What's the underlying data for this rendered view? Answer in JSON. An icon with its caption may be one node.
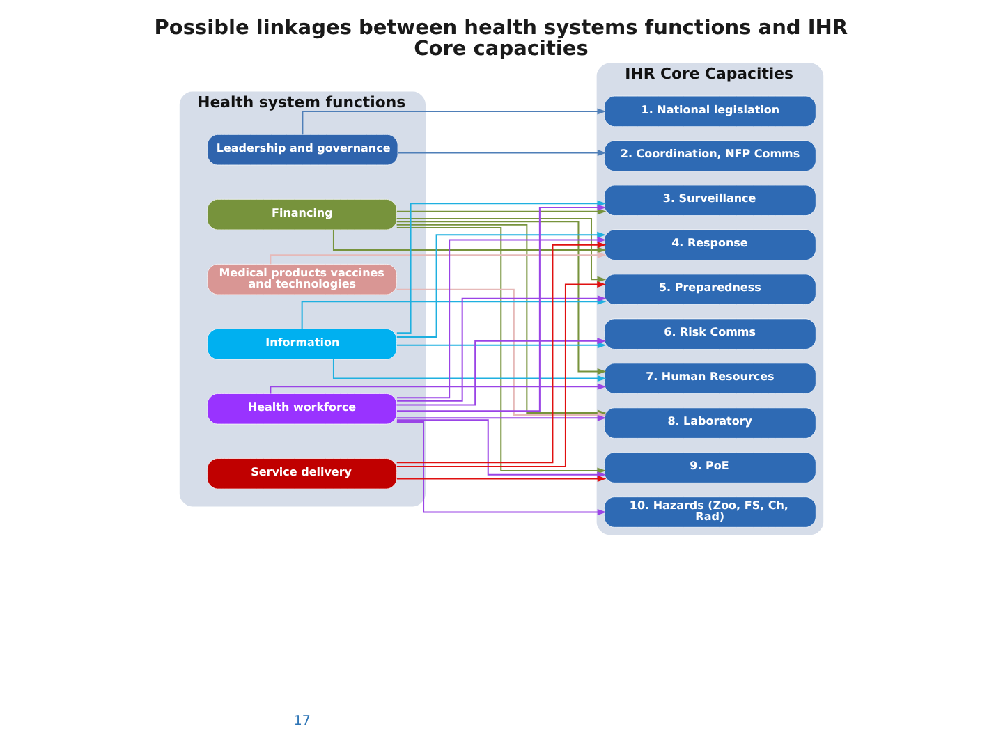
{
  "diagram": {
    "title": "Possible linkages between health systems functions and IHR Core capacities",
    "nodes": [
      {
        "text": [
          "Health system functions"
        ]
      },
      {
        "text": [
          "Leadership and governance"
        ],
        "in": 0
      },
      {
        "text": [
          "Financing"
        ],
        "in": 0
      },
      {
        "text": [
          "Medical products vaccines and technologies"
        ],
        "in": 0
      },
      {
        "text": [
          "Information"
        ],
        "in": 0
      },
      {
        "text": [
          "Health workforce"
        ],
        "in": 0
      },
      {
        "text": [
          "Service delivery"
        ],
        "in": 0
      },
      {
        "text": [
          "IHR Core Capacities"
        ]
      },
      {
        "text": [
          "1. National legislation"
        ],
        "in": 7
      },
      {
        "text": [
          "2. Coordination, NFP Comms"
        ],
        "in": 7
      },
      {
        "text": [
          "3. Surveillance"
        ],
        "in": 7
      },
      {
        "text": [
          "4. Response"
        ],
        "in": 7
      },
      {
        "text": [
          "5. Preparedness"
        ],
        "in": 7
      },
      {
        "text": [
          "6. Risk Comms"
        ],
        "in": 7
      },
      {
        "text": [
          "7. Human Resources"
        ],
        "in": 7
      },
      {
        "text": [
          "8. Laboratory"
        ],
        "in": 7
      },
      {
        "text": [
          "9. PoE"
        ],
        "in": 7
      },
      {
        "text": [
          "10. Hazards (Zoo, FS, Ch, Rad)"
        ],
        "in": 7
      }
    ],
    "edges": [
      {
        "from": 1,
        "to": 8,
        "arrow": "to",
        "color": "#4f7fb8"
      },
      {
        "from": 1,
        "to": 9,
        "arrow": "to",
        "color": "#4f7fb8"
      },
      {
        "from": 2,
        "to": 10,
        "arrow": "to",
        "color": "#77933c"
      },
      {
        "from": 2,
        "to": 11,
        "arrow": "to",
        "color": "#77933c"
      },
      {
        "from": 2,
        "to": 12,
        "arrow": "to",
        "color": "#77933c"
      },
      {
        "from": 2,
        "to": 14,
        "arrow": "to",
        "color": "#77933c"
      },
      {
        "from": 2,
        "to": 15,
        "arrow": "to",
        "color": "#77933c"
      },
      {
        "from": 2,
        "to": 16,
        "arrow": "to",
        "color": "#77933c"
      },
      {
        "from": 3,
        "to": 11,
        "arrow": "to",
        "color": "#e6b9b8"
      },
      {
        "from": 3,
        "to": 15,
        "arrow": "to",
        "color": "#e6b9b8"
      },
      {
        "from": 4,
        "to": 10,
        "arrow": "to",
        "color": "#1fb0e0"
      },
      {
        "from": 4,
        "to": 11,
        "arrow": "to",
        "color": "#1fb0e0"
      },
      {
        "from": 4,
        "to": 12,
        "arrow": "to",
        "color": "#1fb0e0"
      },
      {
        "from": 4,
        "to": 13,
        "arrow": "to",
        "color": "#1fb0e0"
      },
      {
        "from": 4,
        "to": 14,
        "arrow": "to",
        "color": "#1fb0e0"
      },
      {
        "from": 5,
        "to": 10,
        "arrow": "to",
        "color": "#9a44e6"
      },
      {
        "from": 5,
        "to": 11,
        "arrow": "to",
        "color": "#9a44e6"
      },
      {
        "from": 5,
        "to": 12,
        "arrow": "to",
        "color": "#9a44e6"
      },
      {
        "from": 5,
        "to": 13,
        "arrow": "to",
        "color": "#9a44e6"
      },
      {
        "from": 5,
        "to": 14,
        "arrow": "to",
        "color": "#9a44e6"
      },
      {
        "from": 5,
        "to": 15,
        "arrow": "to",
        "color": "#9a44e6"
      },
      {
        "from": 5,
        "to": 16,
        "arrow": "to",
        "color": "#9a44e6"
      },
      {
        "from": 5,
        "to": 17,
        "arrow": "to",
        "color": "#9a44e6"
      },
      {
        "from": 6,
        "to": 11,
        "arrow": "to",
        "color": "#e01010"
      },
      {
        "from": 6,
        "to": 12,
        "arrow": "to",
        "color": "#e01010"
      },
      {
        "from": 6,
        "to": 16,
        "arrow": "to",
        "color": "#e01010"
      }
    ],
    "labels": [
      "17"
    ]
  }
}
